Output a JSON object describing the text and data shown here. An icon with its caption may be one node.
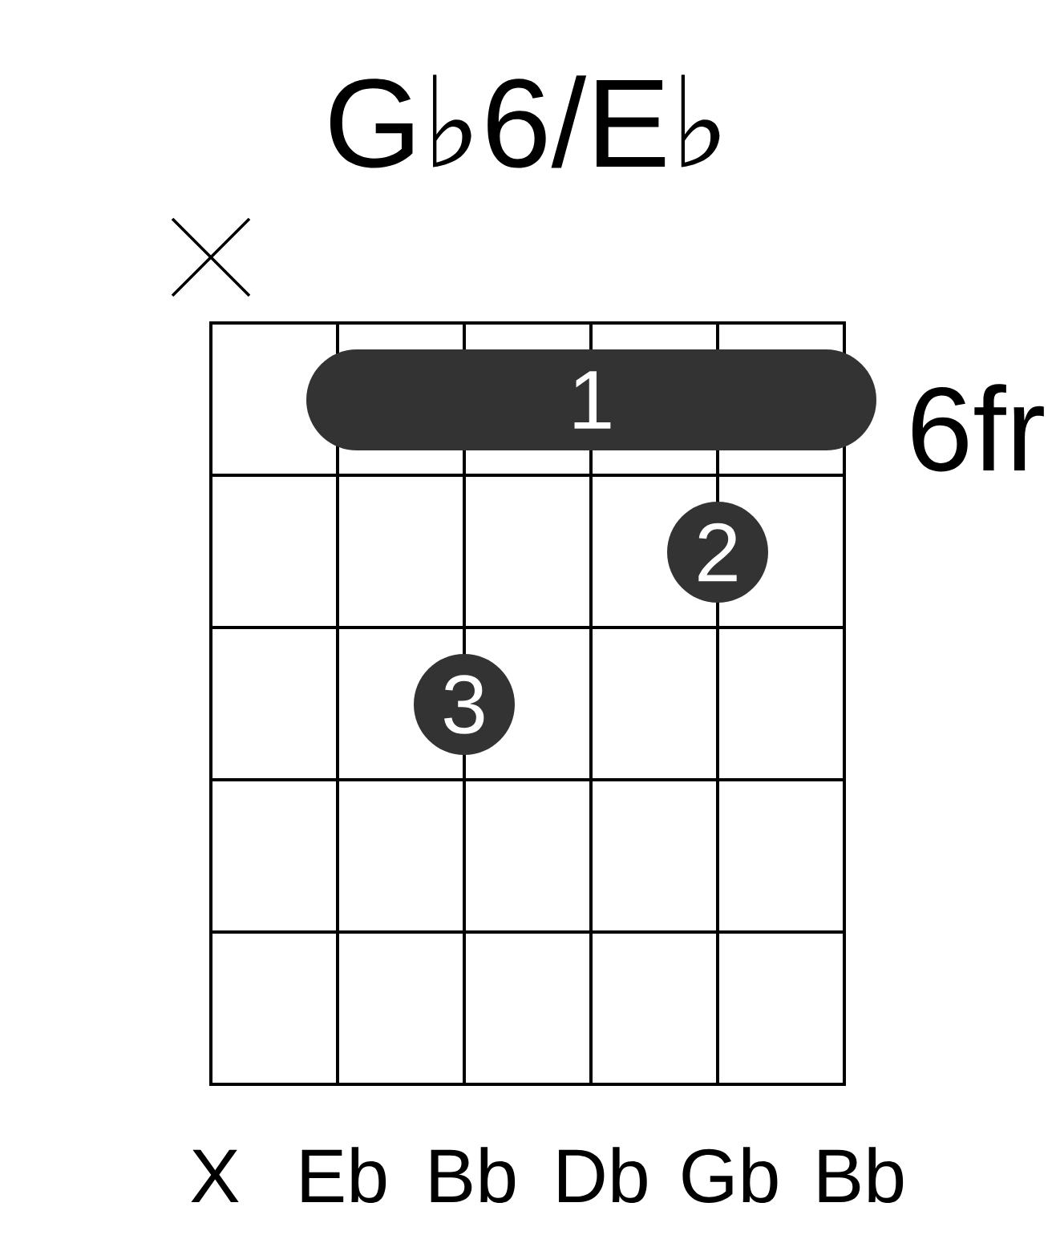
{
  "diagram": {
    "title": "G♭6/E♭",
    "nodes": [
      {
        "text": [
          "1"
        ]
      },
      {
        "text": [
          "2"
        ]
      },
      {
        "text": [
          "3"
        ]
      }
    ],
    "labels": [
      "6fr",
      "X",
      "Eb",
      "Bb",
      "Db",
      "Gb",
      "Bb"
    ]
  }
}
